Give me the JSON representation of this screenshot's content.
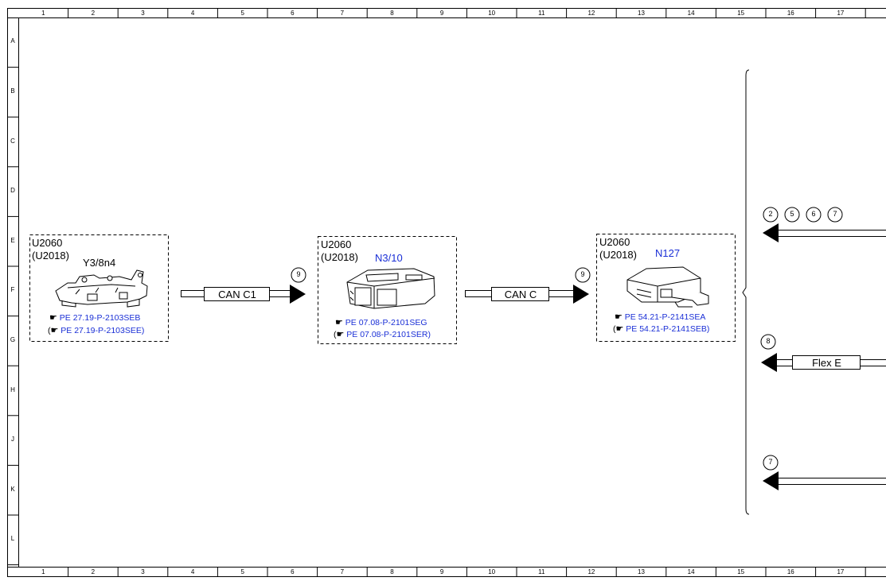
{
  "grid": {
    "columns": [
      "1",
      "2",
      "3",
      "4",
      "5",
      "6",
      "7",
      "8",
      "9",
      "10",
      "11",
      "12",
      "13",
      "14",
      "15",
      "16",
      "17"
    ],
    "rows": [
      "A",
      "B",
      "C",
      "D",
      "E",
      "F",
      "G",
      "H",
      "J",
      "K",
      "L"
    ]
  },
  "modules": [
    {
      "id": "y3-8n4",
      "code1": "U2060",
      "code2": "(U2018)",
      "name": "Y3/8n4",
      "name_color": "#000000",
      "refs": [
        {
          "open_paren": "",
          "text": "PE 27.19-P-2103SEB"
        },
        {
          "open_paren": "(",
          "text": "PE 27.19-P-2103SEE)"
        }
      ]
    },
    {
      "id": "n3-10",
      "code1": "U2060",
      "code2": "(U2018)",
      "name": "N3/10",
      "name_color": "#1a2fd6",
      "refs": [
        {
          "open_paren": "",
          "text": "PE 07.08-P-2101SEG"
        },
        {
          "open_paren": "(",
          "text": "PE 07.08-P-2101SER)"
        }
      ]
    },
    {
      "id": "n127",
      "code1": "U2060",
      "code2": "(U2018)",
      "name": "N127",
      "name_color": "#1a2fd6",
      "refs": [
        {
          "open_paren": "",
          "text": "PE 54.21-P-2141SEA"
        },
        {
          "open_paren": "(",
          "text": "PE 54.21-P-2141SEB)"
        }
      ]
    }
  ],
  "buses": [
    {
      "id": "can-c1",
      "label": "CAN C1",
      "marker": "9"
    },
    {
      "id": "can-c",
      "label": "CAN C",
      "marker": "9"
    },
    {
      "id": "flex-e",
      "label": "Flex E",
      "marker": "8"
    }
  ],
  "right_markers": {
    "top": [
      "2",
      "5",
      "6",
      "7"
    ],
    "bottom": [
      "7"
    ]
  },
  "ref_icon": "pointing-hand-icon"
}
